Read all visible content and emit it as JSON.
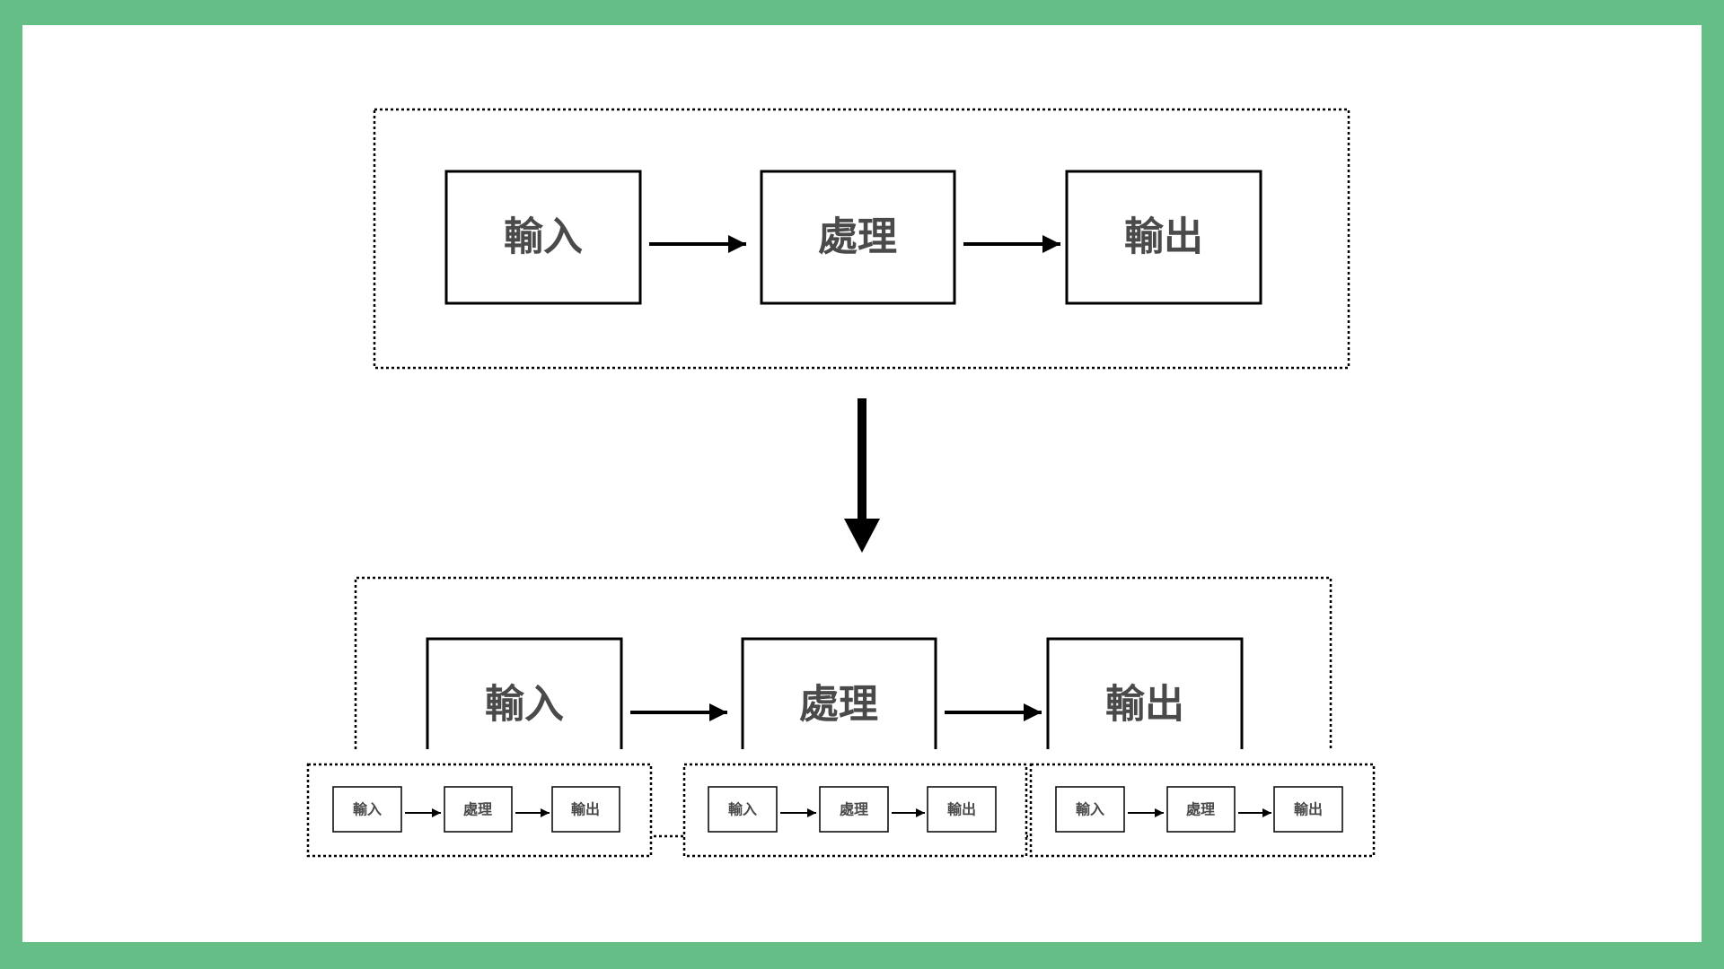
{
  "colors": {
    "frame": "#66be87",
    "canvas": "#ffffff",
    "stroke": "#000000",
    "label_text": "#4a4a4a"
  },
  "stages": {
    "input": "輸入",
    "process": "處理",
    "output": "輸出"
  }
}
